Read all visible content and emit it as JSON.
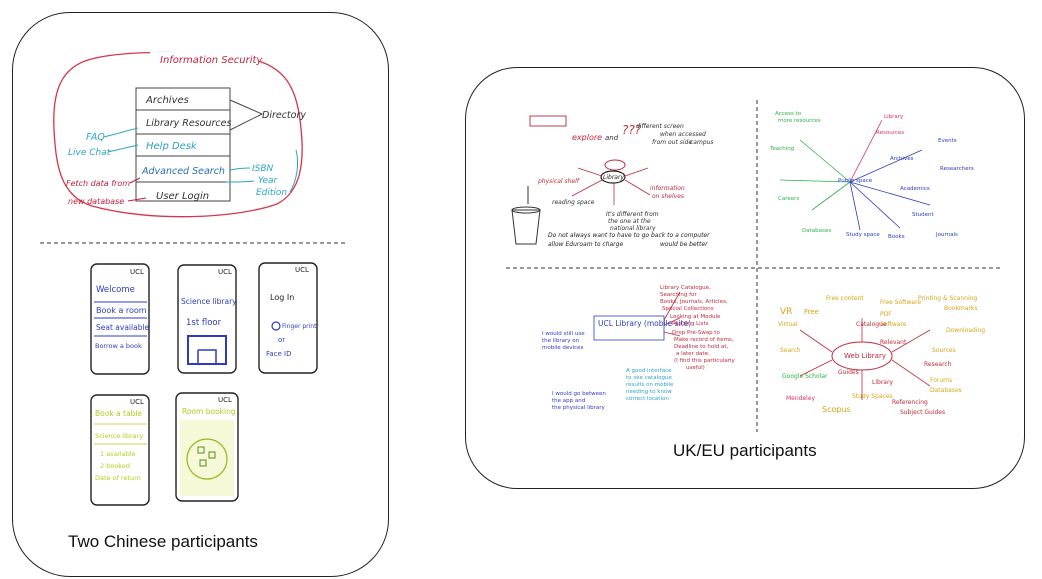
{
  "left_panel": {
    "caption": "Two Chinese participants",
    "top_sketch": {
      "title": "Information Security",
      "menu_items": [
        "Archives",
        "Library Resources",
        "Help Desk",
        "Advanced Search",
        "User Login"
      ],
      "right_label": "Directory",
      "left_notes": [
        "FAQ",
        "Live Chat",
        "Fetch data from",
        "new database"
      ],
      "right_notes": [
        "ISBN",
        "Year",
        "Edition"
      ]
    },
    "phone_sketches": [
      {
        "corner": "UCL",
        "lines": [
          "Welcome",
          "Book a room",
          "Seat available",
          "Borrow a book"
        ]
      },
      {
        "corner": "UCL",
        "lines": [
          "Science library",
          "1st floor"
        ]
      },
      {
        "corner": "UCL",
        "lines": [
          "Log In",
          "Finger print",
          "or",
          "Face ID"
        ]
      },
      {
        "corner": "UCL",
        "lines": [
          "Book a table",
          "Science library",
          "1 available",
          "2 booked",
          "Date of return"
        ]
      },
      {
        "corner": "UCL",
        "lines": [
          "Room booking"
        ]
      }
    ]
  },
  "right_panel": {
    "caption": "UK/EU participants",
    "sketch_tl": {
      "notes": [
        "explore",
        "and",
        "???",
        "different screen",
        "when accessed",
        "from out side",
        "campus",
        "Library",
        "physical shelf",
        "reading space",
        "information",
        "on shelves",
        "It's different from",
        "the one at the",
        "national library",
        "Do not always want to have to go back to a computer",
        "allow Eduroam to charge",
        "would be better"
      ]
    },
    "sketch_tr": {
      "notes": [
        "Access to",
        "more resources",
        "Library",
        "Resources",
        "Student",
        "Academics",
        "Researchers",
        "Public space",
        "Events",
        "Study space",
        "Books",
        "Journals",
        "Databases",
        "Archives",
        "Teaching",
        "Careers"
      ]
    },
    "sketch_bl": {
      "center": "UCL Library (mobile site)",
      "notes": [
        "Library Catalogue,",
        "Searching for",
        "Books, Journals, Articles,",
        "Special Collections",
        "Looking at Module",
        "Reading Lists",
        "Drop Pre-Swap to",
        "Make record of items,",
        "Deadline to hold at,",
        "a later date.",
        "(I find this particularly",
        "useful)",
        "I would still use",
        "the library on",
        "mobile devices",
        "I would go between",
        "the app and",
        "the physical library",
        "A good interface",
        "to see catalogue",
        "results on mobile",
        "needing to know",
        "correct location"
      ]
    },
    "sketch_br": {
      "center": "Web Library",
      "notes": [
        "Free content",
        "Free",
        "Free Software",
        "PDF",
        "Software",
        "Catalogue",
        "Relevant",
        "Printing & Scanning",
        "VR",
        "Virtual",
        "Search",
        "Bookmarks",
        "Downloading",
        "Sources",
        "Research",
        "Library",
        "Guides",
        "Forums",
        "Databases",
        "Google Scholar",
        "Study Spaces",
        "Scopus",
        "Mendeley",
        "Referencing",
        "Subject Guides"
      ]
    }
  }
}
